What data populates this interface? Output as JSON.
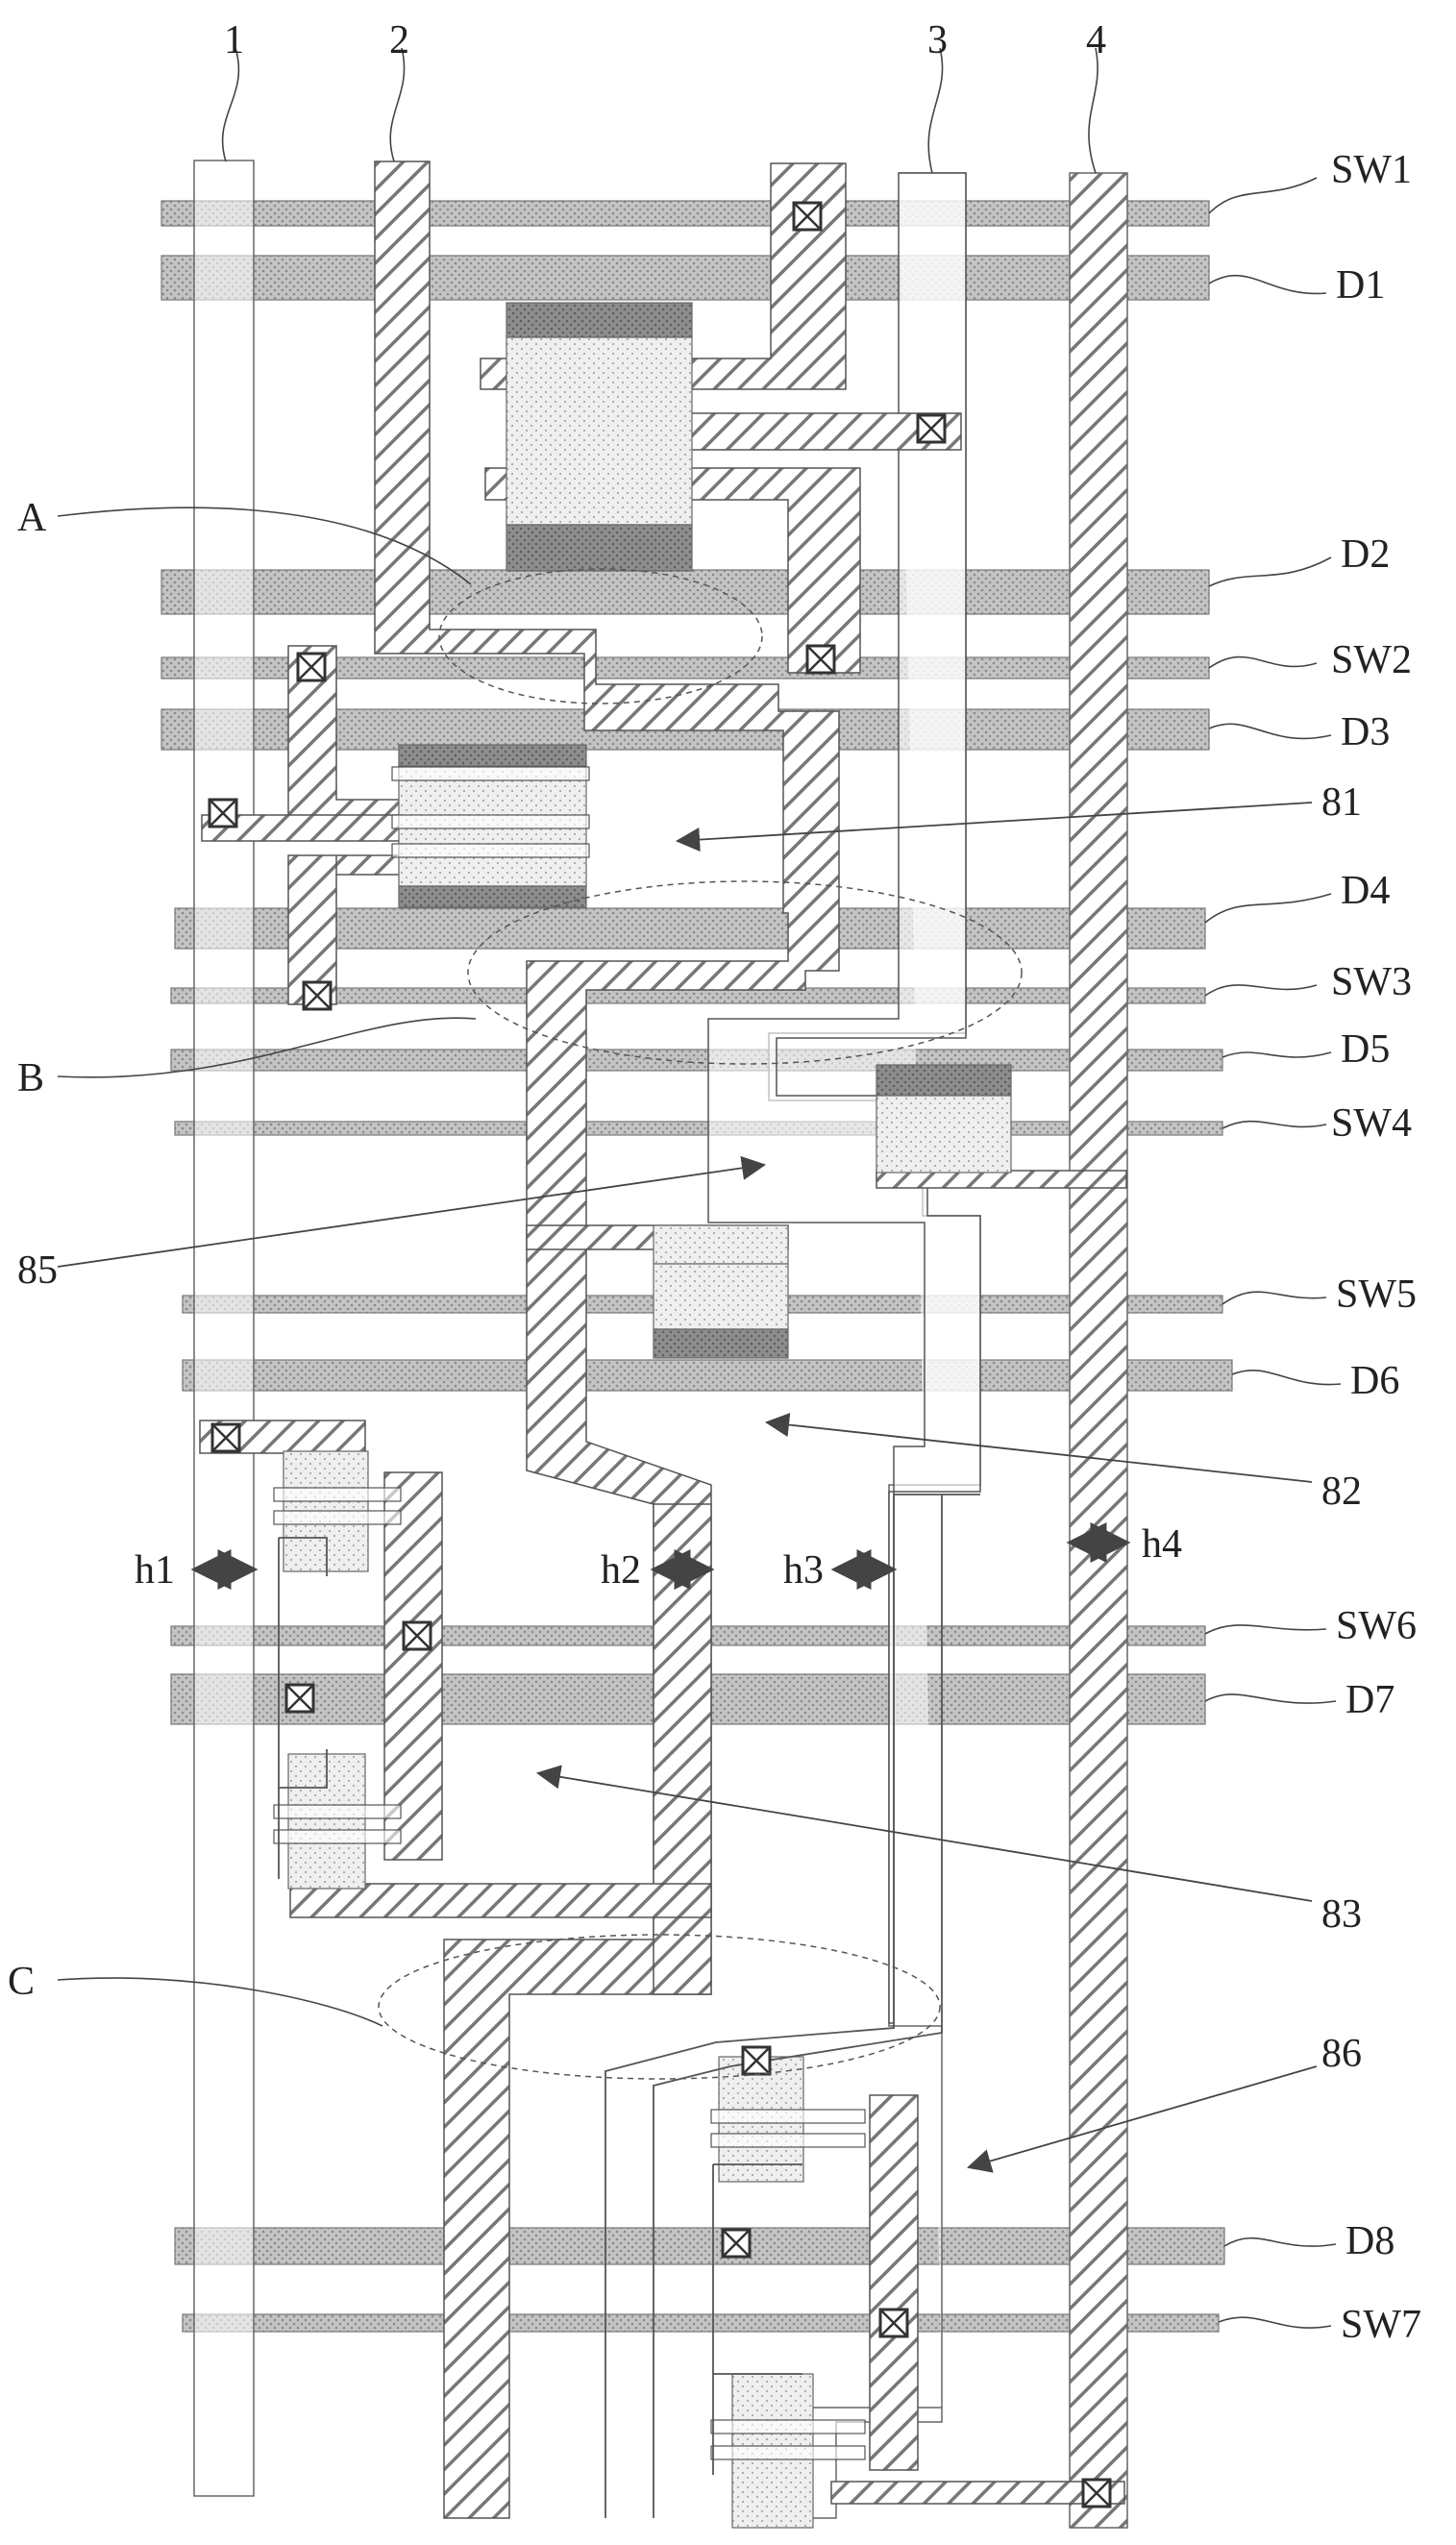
{
  "column_labels": [
    "1",
    "2",
    "3",
    "4"
  ],
  "line_labels": [
    "SW1",
    "D1",
    "D2",
    "SW2",
    "D3",
    "D4",
    "SW3",
    "D5",
    "SW4",
    "SW5",
    "D6",
    "SW6",
    "D7",
    "D8",
    "SW7"
  ],
  "region_labels": [
    "81",
    "85",
    "82",
    "83",
    "86"
  ],
  "area_labels": [
    "A",
    "B",
    "C"
  ],
  "spacing_labels": [
    "h1",
    "h2",
    "h3",
    "h4"
  ],
  "colors": {
    "stroke": "#555555",
    "hatch": "#666666",
    "stipple_band": "#bdbdbd",
    "dark_fill": "#8c8c8c"
  }
}
